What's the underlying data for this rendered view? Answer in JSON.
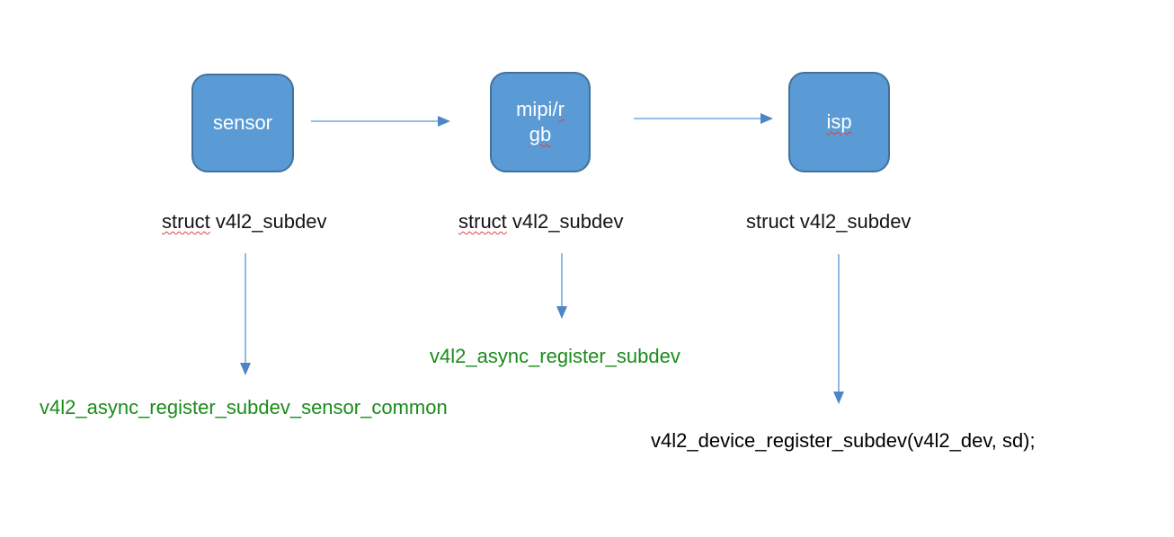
{
  "slide": {
    "background": "#ffffff"
  },
  "colors": {
    "node_fill": "#5b9bd5",
    "node_border": "#41719c",
    "node_text": "#ffffff",
    "arrow_line": "#74a7db",
    "arrowhead": "#4d86c6",
    "function_green": "#1a8c1a",
    "function_black": "#000000",
    "struct_label_text": "#141414",
    "spellcheck_squiggle": "#e0403a"
  },
  "nodes": {
    "sensor": {
      "label": "sensor"
    },
    "mipi_rgb": {
      "line1_plain": "mipi/",
      "line1_flagged": "r",
      "line2_flagged": "gb"
    },
    "isp": {
      "label_flagged": "isp"
    }
  },
  "struct_labels": {
    "sensor": {
      "flagged_word": "struct",
      "rest": " v4l2_subdev"
    },
    "mipi_rgb": {
      "flagged_word": "struct",
      "rest": " v4l2_subdev"
    },
    "isp": {
      "text": "struct v4l2_subdev"
    }
  },
  "functions": {
    "sensor": {
      "text": "v4l2_async_register_subdev_sensor_common"
    },
    "mipi_rgb": {
      "text": "v4l2_async_register_subdev"
    },
    "isp": {
      "text": "v4l2_device_register_subdev(v4l2_dev, sd);"
    }
  }
}
